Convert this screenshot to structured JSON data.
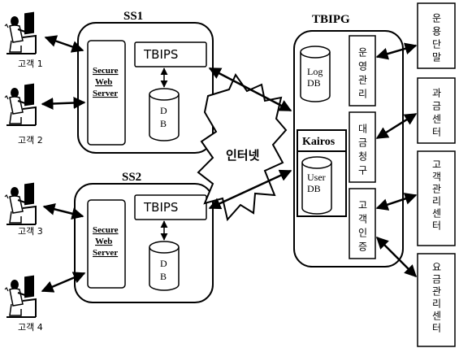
{
  "customers": [
    {
      "label": "고객 1"
    },
    {
      "label": "고객 2"
    },
    {
      "label": "고객 3"
    },
    {
      "label": "고객 4"
    }
  ],
  "ss1": {
    "title": "SS1",
    "web_server": [
      "Secure",
      "Web",
      "Server"
    ],
    "tbips": "TBIPS",
    "db": [
      "D",
      "B"
    ]
  },
  "ss2": {
    "title": "SS2",
    "web_server": [
      "Secure",
      "Web",
      "Server"
    ],
    "tbips": "TBIPS",
    "db": [
      "D",
      "B"
    ]
  },
  "internet": {
    "label": "인터넷"
  },
  "tbipg": {
    "title": "TBIPG",
    "log_db": [
      "Log",
      "DB"
    ],
    "kairos": "Kairos",
    "user_db": [
      "User",
      "DB"
    ],
    "modules": [
      {
        "label": "운영관리"
      },
      {
        "label": "대금청구"
      },
      {
        "label": "고객인증"
      }
    ]
  },
  "external_centers": [
    {
      "label": "운용단말"
    },
    {
      "label": "과금센터"
    },
    {
      "label": "고객관리센터"
    },
    {
      "label": "요금관리센터"
    }
  ]
}
